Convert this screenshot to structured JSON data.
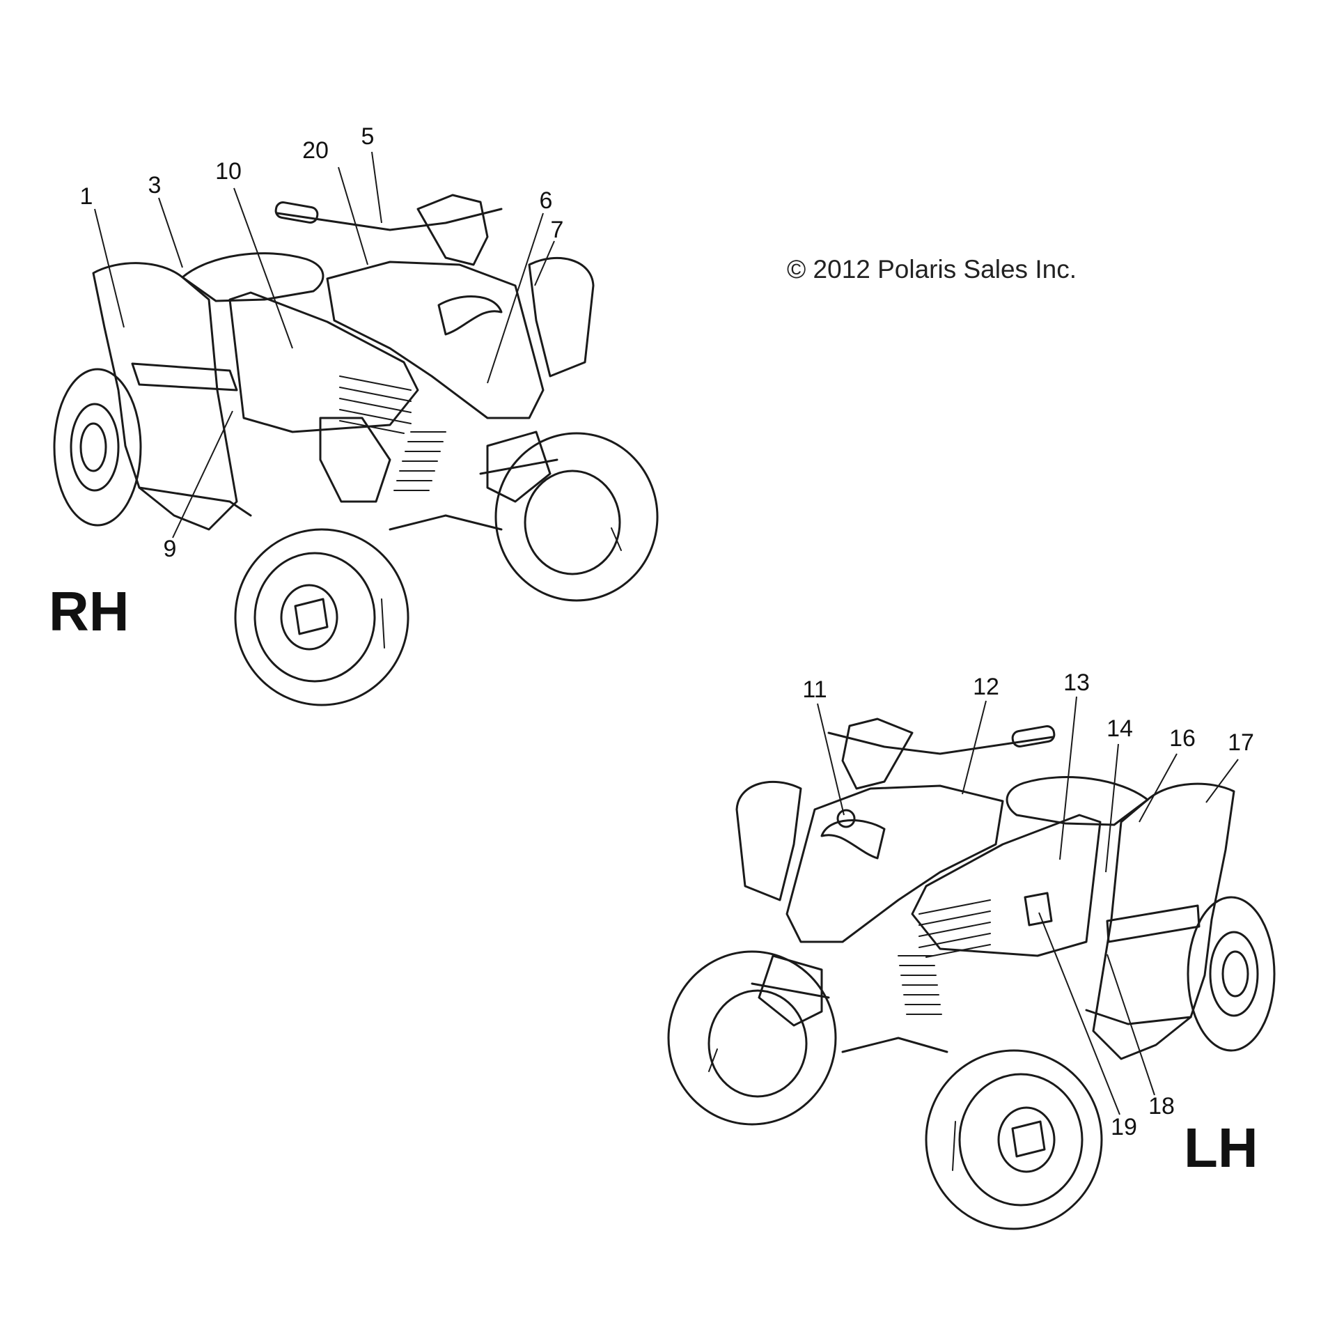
{
  "copyright": "© 2012 Polaris Sales Inc.",
  "views": {
    "rh": {
      "label": "RH"
    },
    "lh": {
      "label": "LH"
    }
  },
  "callouts": {
    "c1": "1",
    "c3": "3",
    "c5": "5",
    "c6": "6",
    "c7": "7",
    "c9": "9",
    "c10": "10",
    "c11": "11",
    "c12": "12",
    "c13": "13",
    "c14": "14",
    "c16": "16",
    "c17": "17",
    "c18": "18",
    "c19": "19",
    "c20": "20"
  }
}
